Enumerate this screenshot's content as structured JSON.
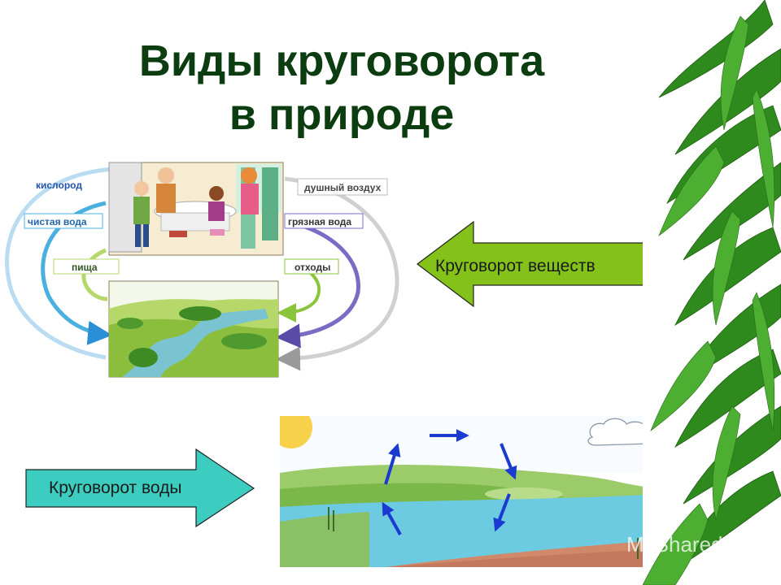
{
  "title": {
    "line1": "Виды круговорота",
    "line2": "в природе"
  },
  "substance_cycle": {
    "labels": {
      "oxygen": "кислород",
      "stuffy_air": "душный воздух",
      "clean_water": "чистая вода",
      "dirty_water": "грязная вода",
      "food": "пища",
      "waste": "отходы"
    }
  },
  "callouts": {
    "substances": "Круговорот веществ",
    "water": "Круговорот воды"
  },
  "watermark": "MyShared",
  "colors": {
    "title": "#0c3d10",
    "substances_arrow": "#84c21a",
    "water_arrow": "#3ccdc0",
    "cycle_arrows": "#1666d6",
    "bamboo": "#2f8a1e"
  }
}
